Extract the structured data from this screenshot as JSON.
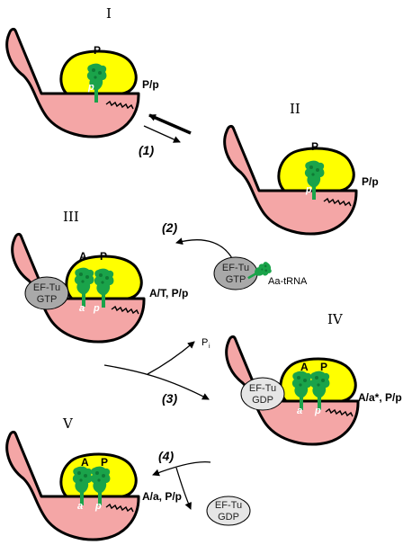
{
  "panels": {
    "I": {
      "label": "I",
      "state": "P/p"
    },
    "II": {
      "label": "II",
      "state": "P/p"
    },
    "III": {
      "label": "III",
      "state": "A/T, P/p"
    },
    "IV": {
      "label": "IV",
      "state": "A/a*, P/p"
    },
    "V": {
      "label": "V",
      "state": "A/a, P/p"
    }
  },
  "sites": {
    "A": "A",
    "P": "P",
    "a": "a",
    "p": "p"
  },
  "steps": {
    "s1": "(1)",
    "s2": "(2)",
    "s3": "(3)",
    "s4": "(4)"
  },
  "ef": {
    "name": "EF-Tu",
    "gtp": "GTP",
    "gdp": "GDP"
  },
  "aa_trna": "Aa-tRNA",
  "pi": {
    "main": "P",
    "sub": "i"
  },
  "colors": {
    "ribosome_large": "#f4a6a6",
    "ribosome_small": "#ffff00",
    "trna": "#1aa34a",
    "ef_gtp": "#a9a9a9",
    "ef_gdp": "#e6e6e6",
    "outline": "#000000"
  }
}
